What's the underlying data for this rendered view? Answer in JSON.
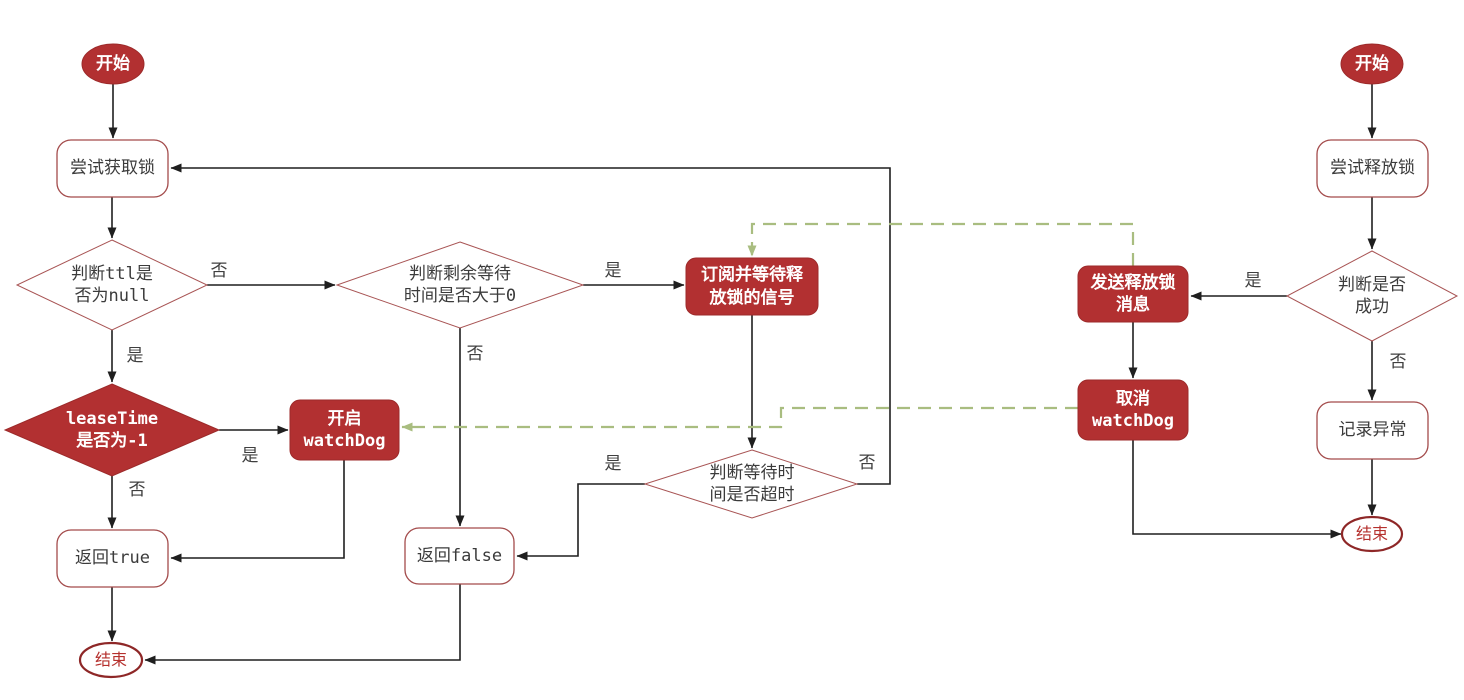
{
  "diagram": {
    "title_hint": "redisson-lock-flowchart",
    "nodes": {
      "acquire_start": "开始",
      "try_acquire": "尝试获取锁",
      "ttl_check": "判断ttl是\n否为null",
      "wait_time_check": "判断剩余等待\n时间是否大于0",
      "subscribe_signal": "订阅并等待释\n放锁的信号",
      "lease_time_check": "leaseTime\n是否为-1",
      "watchdog_start": "开启\nwatchDog",
      "return_true": "返回true",
      "return_false": "返回false",
      "timeout_check": "判断等待时\n间是否超时",
      "acquire_end": "结束",
      "release_start": "开始",
      "try_release": "尝试释放锁",
      "success_check": "判断是否\n成功",
      "send_release_message": "发送释放锁\n消息",
      "watchdog_cancel": "取消\nwatchDog",
      "log_exception": "记录异常",
      "release_end": "结束"
    },
    "edge_labels": {
      "yes": "是",
      "no": "否"
    },
    "colors": {
      "node_fill_red": "#b23031",
      "node_stroke_dark": "#9c2a2a",
      "outline_node_stroke": "#a85454",
      "end_ellipse_stroke": "#8e2727",
      "end_text": "#b5302d",
      "edge_line": "#1f1f1f",
      "signal_dashed": "#a9bd80",
      "node_text": "#3b3b3b",
      "background": "#ffffff"
    }
  }
}
